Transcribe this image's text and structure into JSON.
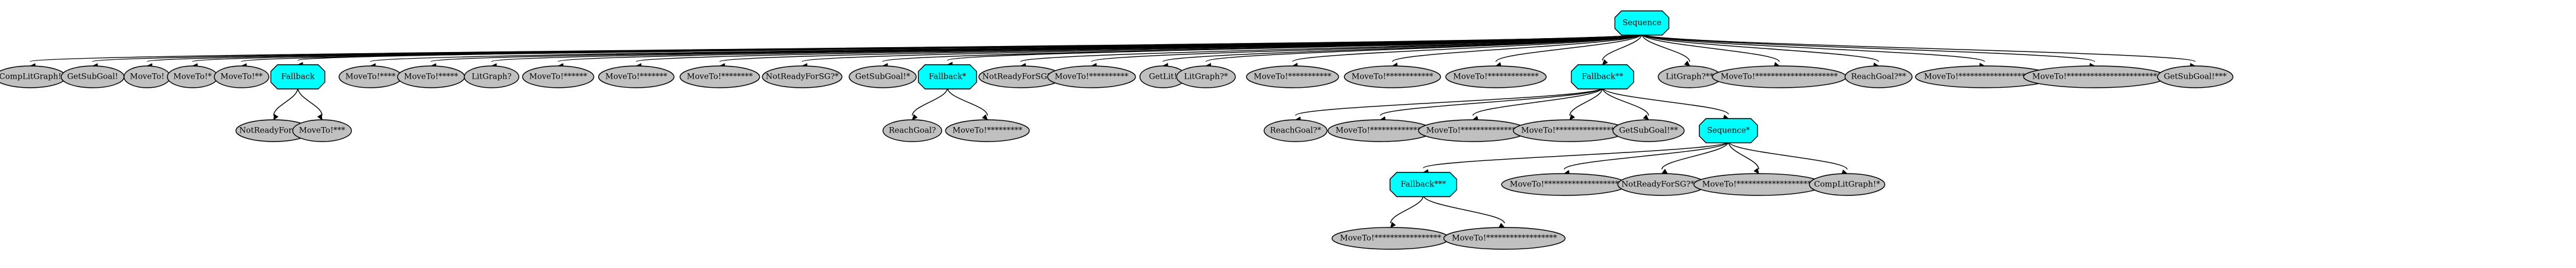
{
  "palette": {
    "control": "#00ffff",
    "leaf": "#c0c0c0",
    "stroke": "#000000"
  },
  "nodes": [
    {
      "id": "root",
      "label": "Sequence",
      "kind": "control"
    },
    {
      "id": "n1",
      "label": "CompLitGraph!",
      "kind": "leaf"
    },
    {
      "id": "n2",
      "label": "GetSubGoal!",
      "kind": "leaf"
    },
    {
      "id": "n3",
      "label": "MoveTo!",
      "kind": "leaf"
    },
    {
      "id": "n4",
      "label": "MoveTo!*",
      "kind": "leaf"
    },
    {
      "id": "n5",
      "label": "MoveTo!**",
      "kind": "leaf"
    },
    {
      "id": "fb1",
      "label": "Fallback",
      "kind": "control"
    },
    {
      "id": "fb1a",
      "label": "NotReadyForSG?",
      "kind": "leaf"
    },
    {
      "id": "fb1b",
      "label": "MoveTo!***",
      "kind": "leaf"
    },
    {
      "id": "n6",
      "label": "MoveTo!****",
      "kind": "leaf"
    },
    {
      "id": "n7",
      "label": "MoveTo!*****",
      "kind": "leaf"
    },
    {
      "id": "n8",
      "label": "LitGraph?",
      "kind": "leaf"
    },
    {
      "id": "n9",
      "label": "MoveTo!******",
      "kind": "leaf"
    },
    {
      "id": "n10",
      "label": "MoveTo!*******",
      "kind": "leaf"
    },
    {
      "id": "n11",
      "label": "MoveTo!********",
      "kind": "leaf"
    },
    {
      "id": "n12",
      "label": "NotReadyForSG?*",
      "kind": "leaf"
    },
    {
      "id": "n13",
      "label": "GetSubGoal!*",
      "kind": "leaf"
    },
    {
      "id": "fb2",
      "label": "Fallback*",
      "kind": "control"
    },
    {
      "id": "fb2a",
      "label": "ReachGoal?",
      "kind": "leaf"
    },
    {
      "id": "fb2b",
      "label": "MoveTo!*********",
      "kind": "leaf"
    },
    {
      "id": "n14",
      "label": "NotReadyForSG?**",
      "kind": "leaf"
    },
    {
      "id": "n15",
      "label": "MoveTo!**********",
      "kind": "leaf"
    },
    {
      "id": "n16",
      "label": "GetLit!",
      "kind": "leaf"
    },
    {
      "id": "n17",
      "label": "LitGraph?*",
      "kind": "leaf"
    },
    {
      "id": "n18",
      "label": "MoveTo!***********",
      "kind": "leaf"
    },
    {
      "id": "n19",
      "label": "MoveTo!************",
      "kind": "leaf"
    },
    {
      "id": "n20",
      "label": "MoveTo!*************",
      "kind": "leaf"
    },
    {
      "id": "fb3",
      "label": "Fallback**",
      "kind": "control"
    },
    {
      "id": "fb3a",
      "label": "ReachGoal?*",
      "kind": "leaf"
    },
    {
      "id": "fb3b",
      "label": "MoveTo!**************",
      "kind": "leaf"
    },
    {
      "id": "fb3c",
      "label": "MoveTo!***************",
      "kind": "leaf"
    },
    {
      "id": "fb3d",
      "label": "MoveTo!****************",
      "kind": "leaf"
    },
    {
      "id": "fb3e",
      "label": "GetSubGoal!**",
      "kind": "leaf"
    },
    {
      "id": "seq2",
      "label": "Sequence*",
      "kind": "control"
    },
    {
      "id": "fb4",
      "label": "Fallback***",
      "kind": "control"
    },
    {
      "id": "fb4a",
      "label": "MoveTo!*****************",
      "kind": "leaf"
    },
    {
      "id": "fb4b",
      "label": "MoveTo!******************",
      "kind": "leaf"
    },
    {
      "id": "seq2b",
      "label": "MoveTo!*******************",
      "kind": "leaf"
    },
    {
      "id": "seq2c",
      "label": "NotReadyForSG?***",
      "kind": "leaf"
    },
    {
      "id": "seq2d",
      "label": "MoveTo!********************",
      "kind": "leaf"
    },
    {
      "id": "seq2e",
      "label": "CompLitGraph!*",
      "kind": "leaf"
    },
    {
      "id": "n21",
      "label": "LitGraph?**",
      "kind": "leaf"
    },
    {
      "id": "n22",
      "label": "MoveTo!*********************",
      "kind": "leaf"
    },
    {
      "id": "n23",
      "label": "ReachGoal?**",
      "kind": "leaf"
    },
    {
      "id": "n24",
      "label": "MoveTo!**********************",
      "kind": "leaf"
    },
    {
      "id": "n25",
      "label": "MoveTo!***********************",
      "kind": "leaf"
    },
    {
      "id": "n26",
      "label": "GetSubGoal!***",
      "kind": "leaf"
    }
  ],
  "edges": [
    [
      "root",
      "n1"
    ],
    [
      "root",
      "n2"
    ],
    [
      "root",
      "n3"
    ],
    [
      "root",
      "n4"
    ],
    [
      "root",
      "n5"
    ],
    [
      "root",
      "fb1"
    ],
    [
      "root",
      "n6"
    ],
    [
      "root",
      "n7"
    ],
    [
      "root",
      "n8"
    ],
    [
      "root",
      "n9"
    ],
    [
      "root",
      "n10"
    ],
    [
      "root",
      "n11"
    ],
    [
      "root",
      "n12"
    ],
    [
      "root",
      "n13"
    ],
    [
      "root",
      "fb2"
    ],
    [
      "root",
      "n14"
    ],
    [
      "root",
      "n15"
    ],
    [
      "root",
      "n16"
    ],
    [
      "root",
      "n17"
    ],
    [
      "root",
      "n18"
    ],
    [
      "root",
      "n19"
    ],
    [
      "root",
      "n20"
    ],
    [
      "root",
      "fb3"
    ],
    [
      "root",
      "n21"
    ],
    [
      "root",
      "n22"
    ],
    [
      "root",
      "n23"
    ],
    [
      "root",
      "n24"
    ],
    [
      "root",
      "n25"
    ],
    [
      "root",
      "n26"
    ],
    [
      "fb1",
      "fb1a"
    ],
    [
      "fb1",
      "fb1b"
    ],
    [
      "fb2",
      "fb2a"
    ],
    [
      "fb2",
      "fb2b"
    ],
    [
      "fb3",
      "fb3a"
    ],
    [
      "fb3",
      "fb3b"
    ],
    [
      "fb3",
      "fb3c"
    ],
    [
      "fb3",
      "fb3d"
    ],
    [
      "fb3",
      "fb3e"
    ],
    [
      "fb3",
      "seq2"
    ],
    [
      "seq2",
      "fb4"
    ],
    [
      "seq2",
      "seq2b"
    ],
    [
      "seq2",
      "seq2c"
    ],
    [
      "seq2",
      "seq2d"
    ],
    [
      "seq2",
      "seq2e"
    ],
    [
      "fb4",
      "fb4a"
    ],
    [
      "fb4",
      "fb4b"
    ]
  ]
}
